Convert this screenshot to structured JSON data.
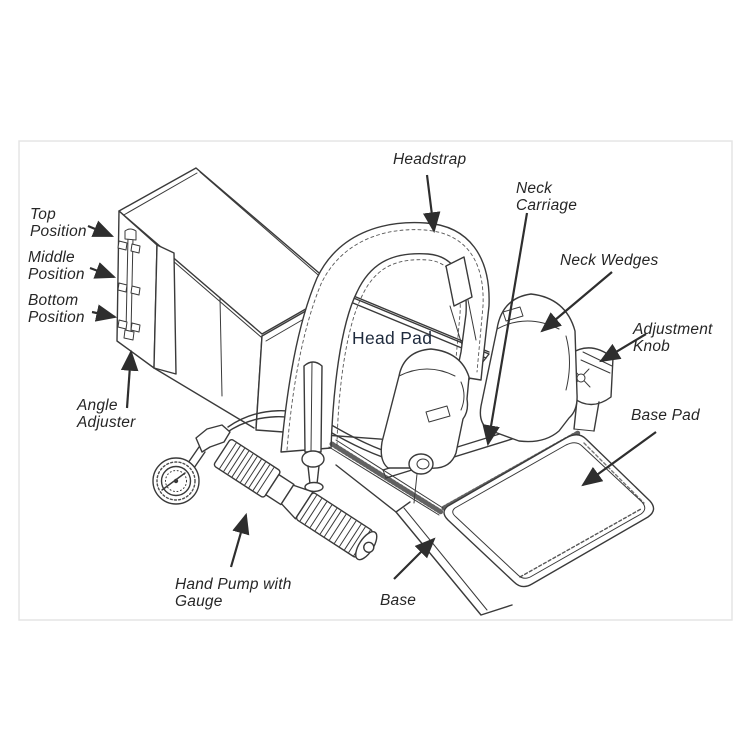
{
  "figure": {
    "description": "Line-art parts diagram of a cervical traction device",
    "colors": {
      "line": "#3a3a3a",
      "arrow": "#2e2e2e",
      "label_text": "#262626",
      "head_pad_text": "#1e2a3d",
      "background": "#ffffff",
      "scan_border": "#dcdcdc"
    }
  },
  "labels": {
    "top_position": {
      "lines": [
        "Top",
        "Position"
      ]
    },
    "middle_position": {
      "lines": [
        "Middle",
        "Position"
      ]
    },
    "bottom_position": {
      "lines": [
        "Bottom",
        "Position"
      ]
    },
    "angle_adjuster": {
      "lines": [
        "Angle",
        "Adjuster"
      ]
    },
    "headstrap": {
      "lines": [
        "Headstrap"
      ]
    },
    "neck_carriage": {
      "lines": [
        "Neck",
        "Carriage"
      ]
    },
    "neck_wedges": {
      "lines": [
        "Neck Wedges"
      ]
    },
    "head_pad": {
      "lines": [
        "Head Pad"
      ]
    },
    "adjustment_knob": {
      "lines": [
        "Adjustment",
        "Knob"
      ]
    },
    "base_pad": {
      "lines": [
        "Base Pad"
      ]
    },
    "base": {
      "lines": [
        "Base"
      ]
    },
    "hand_pump": {
      "lines": [
        "Hand Pump with",
        "Gauge"
      ]
    }
  }
}
